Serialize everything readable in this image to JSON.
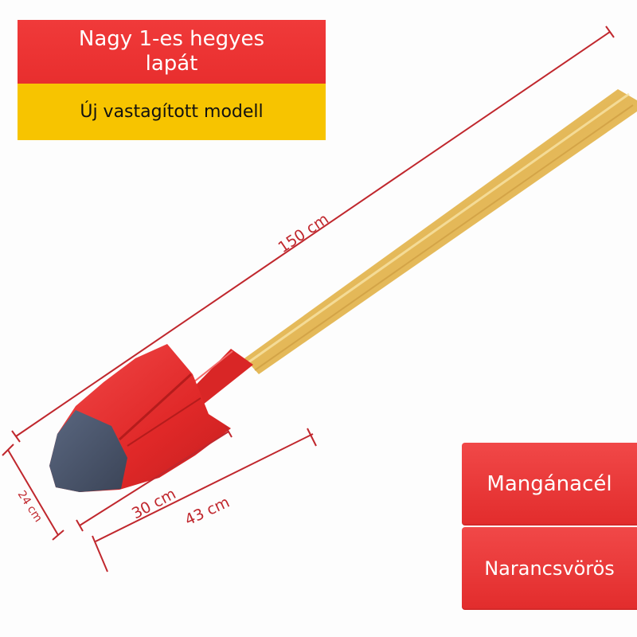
{
  "title": "Nagy 1-es hegyes lapát",
  "subtitle": "Új vastagított modell",
  "badges": {
    "material": "Mangánacél",
    "color": "Narancsvörös"
  },
  "dimensions": {
    "length": "150 cm",
    "blade_width": "24 cm",
    "blade_length": "30 cm",
    "blade_total": "43 cm"
  },
  "colors": {
    "banner_red": "#e82e2e",
    "banner_yellow": "#f7c400",
    "dimension_line": "#c0272d",
    "blade_red": "#e62a2a",
    "blade_steel": "#4d5a72",
    "handle_wood": "#e9c46a"
  }
}
